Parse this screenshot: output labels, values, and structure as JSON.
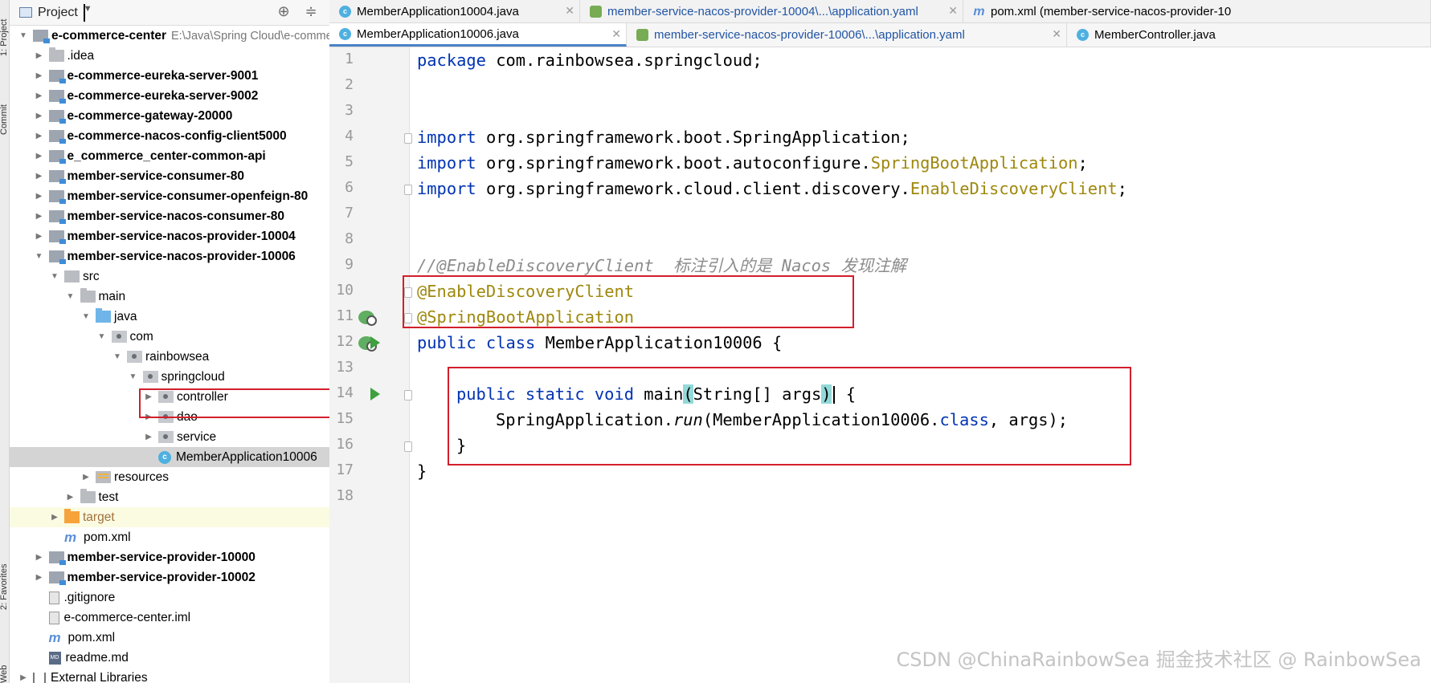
{
  "toolstrip": {
    "project_label": "1: Project",
    "commit_label": "Commit",
    "favorites_label": "2: Favorites",
    "web_label": "Web"
  },
  "project_panel": {
    "title": "Project",
    "tree": [
      {
        "label": "e-commerce-center",
        "path": "E:\\Java\\Spring Cloud\\e-commerce",
        "depth": 0,
        "state": "open",
        "icon": "module",
        "bold": true
      },
      {
        "label": ".idea",
        "depth": 1,
        "state": "closed",
        "icon": "folder"
      },
      {
        "label": "e-commerce-eureka-server-9001",
        "depth": 1,
        "state": "closed",
        "icon": "module",
        "bold": true
      },
      {
        "label": "e-commerce-eureka-server-9002",
        "depth": 1,
        "state": "closed",
        "icon": "module",
        "bold": true
      },
      {
        "label": "e-commerce-gateway-20000",
        "depth": 1,
        "state": "closed",
        "icon": "module",
        "bold": true
      },
      {
        "label": "e-commerce-nacos-config-client5000",
        "depth": 1,
        "state": "closed",
        "icon": "module",
        "bold": true
      },
      {
        "label": "e_commerce_center-common-api",
        "depth": 1,
        "state": "closed",
        "icon": "module",
        "bold": true
      },
      {
        "label": "member-service-consumer-80",
        "depth": 1,
        "state": "closed",
        "icon": "module",
        "bold": true
      },
      {
        "label": "member-service-consumer-openfeign-80",
        "depth": 1,
        "state": "closed",
        "icon": "module",
        "bold": true
      },
      {
        "label": "member-service-nacos-consumer-80",
        "depth": 1,
        "state": "closed",
        "icon": "module",
        "bold": true
      },
      {
        "label": "member-service-nacos-provider-10004",
        "depth": 1,
        "state": "closed",
        "icon": "module",
        "bold": true
      },
      {
        "label": "member-service-nacos-provider-10006",
        "depth": 1,
        "state": "open",
        "icon": "module",
        "bold": true
      },
      {
        "label": "src",
        "depth": 2,
        "state": "open",
        "icon": "src"
      },
      {
        "label": "main",
        "depth": 3,
        "state": "open",
        "icon": "folder"
      },
      {
        "label": "java",
        "depth": 4,
        "state": "open",
        "icon": "src-blue"
      },
      {
        "label": "com",
        "depth": 5,
        "state": "open",
        "icon": "pkg"
      },
      {
        "label": "rainbowsea",
        "depth": 6,
        "state": "open",
        "icon": "pkg"
      },
      {
        "label": "springcloud",
        "depth": 7,
        "state": "open",
        "icon": "pkg"
      },
      {
        "label": "controller",
        "depth": 8,
        "state": "closed",
        "icon": "pkg"
      },
      {
        "label": "dao",
        "depth": 8,
        "state": "closed",
        "icon": "pkg"
      },
      {
        "label": "service",
        "depth": 8,
        "state": "closed",
        "icon": "pkg"
      },
      {
        "label": "MemberApplication10006",
        "depth": 8,
        "state": "none",
        "icon": "class",
        "selected": true
      },
      {
        "label": "resources",
        "depth": 4,
        "state": "closed",
        "icon": "res"
      },
      {
        "label": "test",
        "depth": 3,
        "state": "closed",
        "icon": "folder"
      },
      {
        "label": "target",
        "depth": 2,
        "state": "closed",
        "icon": "orange",
        "target": true
      },
      {
        "label": "pom.xml",
        "depth": 2,
        "state": "none",
        "icon": "maven"
      },
      {
        "label": "member-service-provider-10000",
        "depth": 1,
        "state": "closed",
        "icon": "module",
        "bold": true
      },
      {
        "label": "member-service-provider-10002",
        "depth": 1,
        "state": "closed",
        "icon": "module",
        "bold": true
      },
      {
        "label": ".gitignore",
        "depth": 1,
        "state": "none",
        "icon": "file"
      },
      {
        "label": "e-commerce-center.iml",
        "depth": 1,
        "state": "none",
        "icon": "file"
      },
      {
        "label": "pom.xml",
        "depth": 1,
        "state": "none",
        "icon": "maven"
      },
      {
        "label": "readme.md",
        "depth": 1,
        "state": "none",
        "icon": "md"
      },
      {
        "label": "External Libraries",
        "depth": 0,
        "state": "closed",
        "icon": "lib"
      }
    ]
  },
  "editor": {
    "tabs_row1": [
      {
        "label": "MemberApplication10004.java",
        "icon": "class"
      },
      {
        "label": "member-service-nacos-provider-10004\\...\\application.yaml",
        "icon": "yaml"
      },
      {
        "label": "pom.xml (member-service-nacos-provider-10",
        "icon": "maven"
      }
    ],
    "tabs_row2": [
      {
        "label": "MemberApplication10006.java",
        "icon": "class",
        "active": true
      },
      {
        "label": "member-service-nacos-provider-10006\\...\\application.yaml",
        "icon": "yaml"
      },
      {
        "label": "MemberController.java",
        "icon": "class"
      }
    ],
    "line_numbers": [
      "1",
      "2",
      "3",
      "4",
      "5",
      "6",
      "7",
      "8",
      "9",
      "10",
      "11",
      "12",
      "13",
      "14",
      "15",
      "16",
      "17",
      "18"
    ],
    "code": {
      "l1_kw": "package",
      "l1_rest": " com.rainbowsea.springcloud;",
      "l4_kw": "import",
      "l4_rest": " org.springframework.boot.SpringApplication;",
      "l5_kw": "import",
      "l5_pkg": " org.springframework.boot.autoconfigure.",
      "l5_ann": "SpringBootApplication",
      "l5_end": ";",
      "l6_kw": "import",
      "l6_pkg": " org.springframework.cloud.client.discovery.",
      "l6_ann": "EnableDiscoveryClient",
      "l6_end": ";",
      "l9_comment": "//@EnableDiscoveryClient  标注引入的是 Nacos 发现注解",
      "l10_ann": "@EnableDiscoveryClient",
      "l11_ann": "@SpringBootApplication",
      "l12_kw": "public class",
      "l12_rest": " MemberApplication10006 {",
      "l14_kw": "public static void",
      "l14_method": " main",
      "l14_paren_open": "(",
      "l14_args": "String[] args",
      "l14_paren_close": ")",
      "l14_end": " {",
      "l15_pre": "SpringApplication.",
      "l15_run": "run",
      "l15_mid": "(MemberApplication10006.",
      "l15_kw": "class",
      "l15_end": ", args);",
      "l16": "}",
      "l17": "}"
    }
  },
  "watermark": "CSDN @ChinaRainbowSea  掘金技术社区 @ RainbowSea",
  "colors": {
    "keyword": "#0033b3",
    "annotation": "#9e880d",
    "comment": "#8c8c8c",
    "highlight_box": "#d21f2c",
    "bracket_match": "#93d9d9",
    "run_icon": "#3ea03e"
  }
}
